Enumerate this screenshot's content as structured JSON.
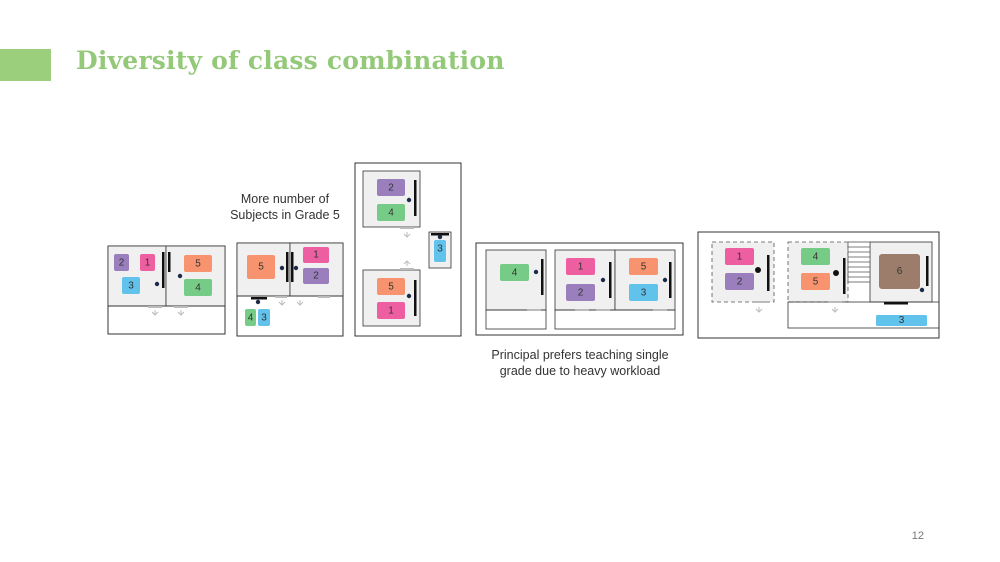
{
  "title": "Diversity of class combination",
  "captions": {
    "subjects": "More number of\nSubjects in Grade 5",
    "principal": "Principal prefers teaching single\ngrade due to heavy workload"
  },
  "page_number": "12",
  "colors": {
    "accent": "#9ccf7c",
    "title": "#95c97a",
    "grade_1": "#ee5fa1",
    "grade_2": "#9b7fbd",
    "grade_3": "#61c2ec",
    "grade_4": "#76cc86",
    "grade_5": "#f7936f",
    "grade_6": "#9c7d6b",
    "room_fill": "#f0f0f0",
    "outline": "#333333"
  },
  "schools": [
    {
      "id": "school-a",
      "grade_groups": [
        "2",
        "1",
        "3",
        "5",
        "4"
      ]
    },
    {
      "id": "school-b",
      "grade_groups": [
        "5",
        "1",
        "2",
        "4",
        "3"
      ]
    },
    {
      "id": "school-c",
      "grade_groups": [
        "2",
        "4",
        "3",
        "5",
        "1"
      ]
    },
    {
      "id": "school-d",
      "grade_groups": [
        "4",
        "1",
        "2",
        "5",
        "3"
      ]
    },
    {
      "id": "school-e",
      "grade_groups": [
        "1",
        "2",
        "4",
        "5",
        "6",
        "3"
      ]
    }
  ]
}
